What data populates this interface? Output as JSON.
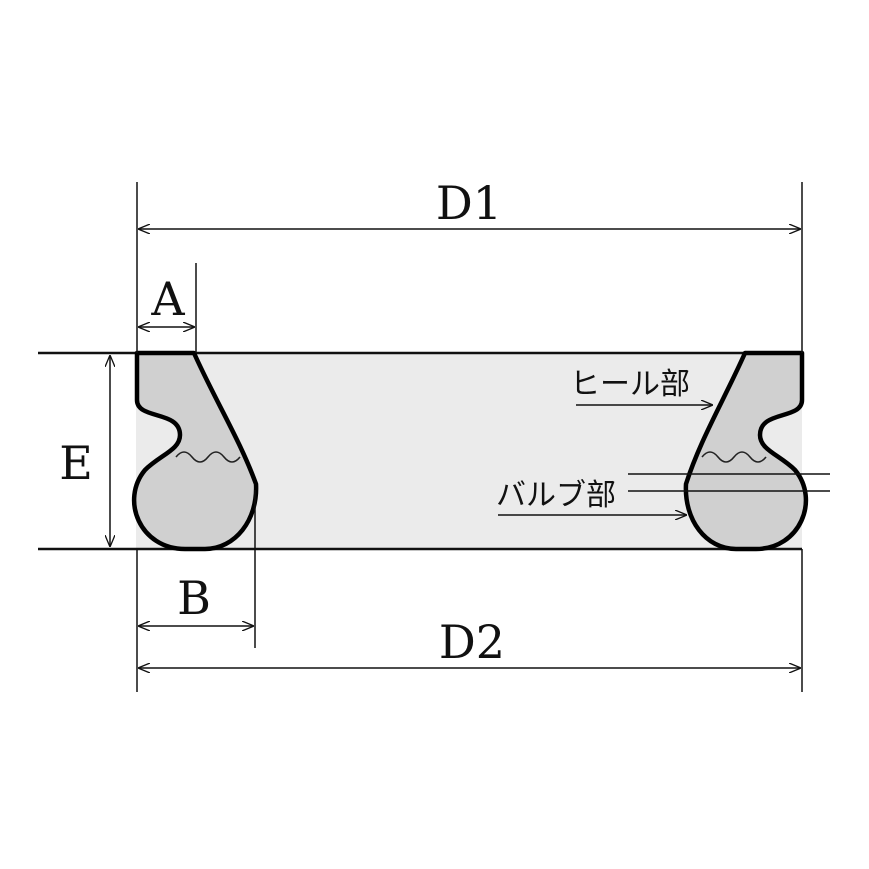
{
  "diagram": {
    "labels": {
      "d1": "D1",
      "d2": "D2",
      "a": "A",
      "b": "B",
      "e": "E",
      "heel": "ヒール部",
      "bulb": "バルブ部"
    },
    "colors": {
      "seal_fill": "#d0d0d0",
      "band_fill": "#ebebeb",
      "line": "#111111"
    }
  }
}
